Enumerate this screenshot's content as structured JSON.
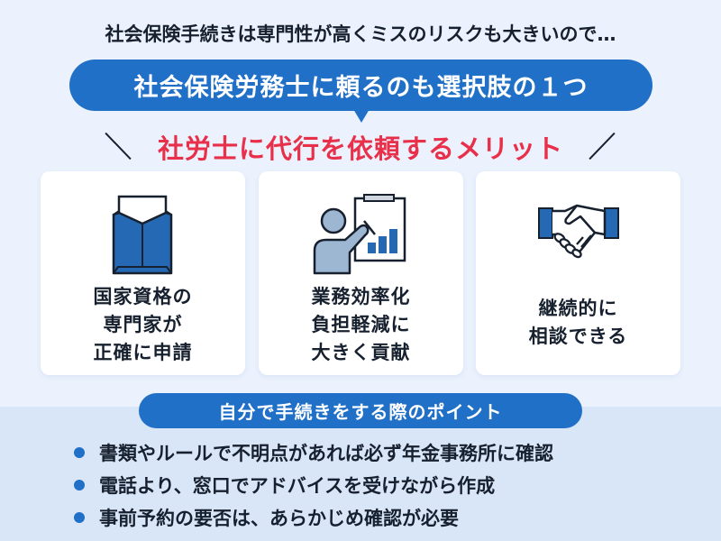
{
  "header": {
    "lead_text": "社会保険手続きは専門性が高くミスのリスクも大きいので…",
    "main_message": "社会保険労務士に頼るのも選択肢の１つ",
    "merit_title": "社労士に代行を依頼するメリット"
  },
  "merits": [
    {
      "icon": "envelope-document-icon",
      "label": "国家資格の\n専門家が\n正確に申請"
    },
    {
      "icon": "presentation-chart-icon",
      "label": "業務効率化\n負担軽減に\n大きく貢献"
    },
    {
      "icon": "handshake-icon",
      "label": "継続的に\n相談できる"
    }
  ],
  "tips": {
    "title": "自分で手続きをする際のポイント",
    "items": [
      "書類やルールで不明点があれば必ず年金事務所に確認",
      "電話より、窓口でアドバイスを受けながら作成",
      "事前予約の要否は、あらかじめ確認が必要"
    ]
  },
  "colors": {
    "accent_blue": "#2170c8",
    "accent_red": "#e8304a",
    "text_dark": "#17202e",
    "background": "#ebf2fd",
    "bottom_band": "#d9e6f8"
  }
}
